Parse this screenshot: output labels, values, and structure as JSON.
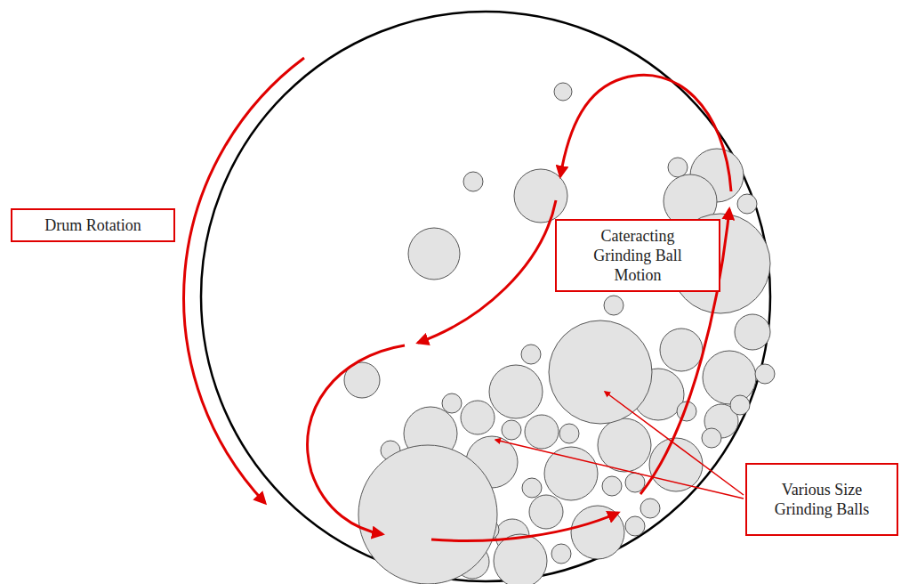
{
  "diagram": {
    "nodes": [
      {
        "text": [
          "Drum Rotation"
        ]
      },
      {
        "text": [
          "Cateracting Grinding Ball Motion"
        ]
      },
      {
        "text": [
          "Various Size Grinding Balls"
        ]
      }
    ]
  }
}
